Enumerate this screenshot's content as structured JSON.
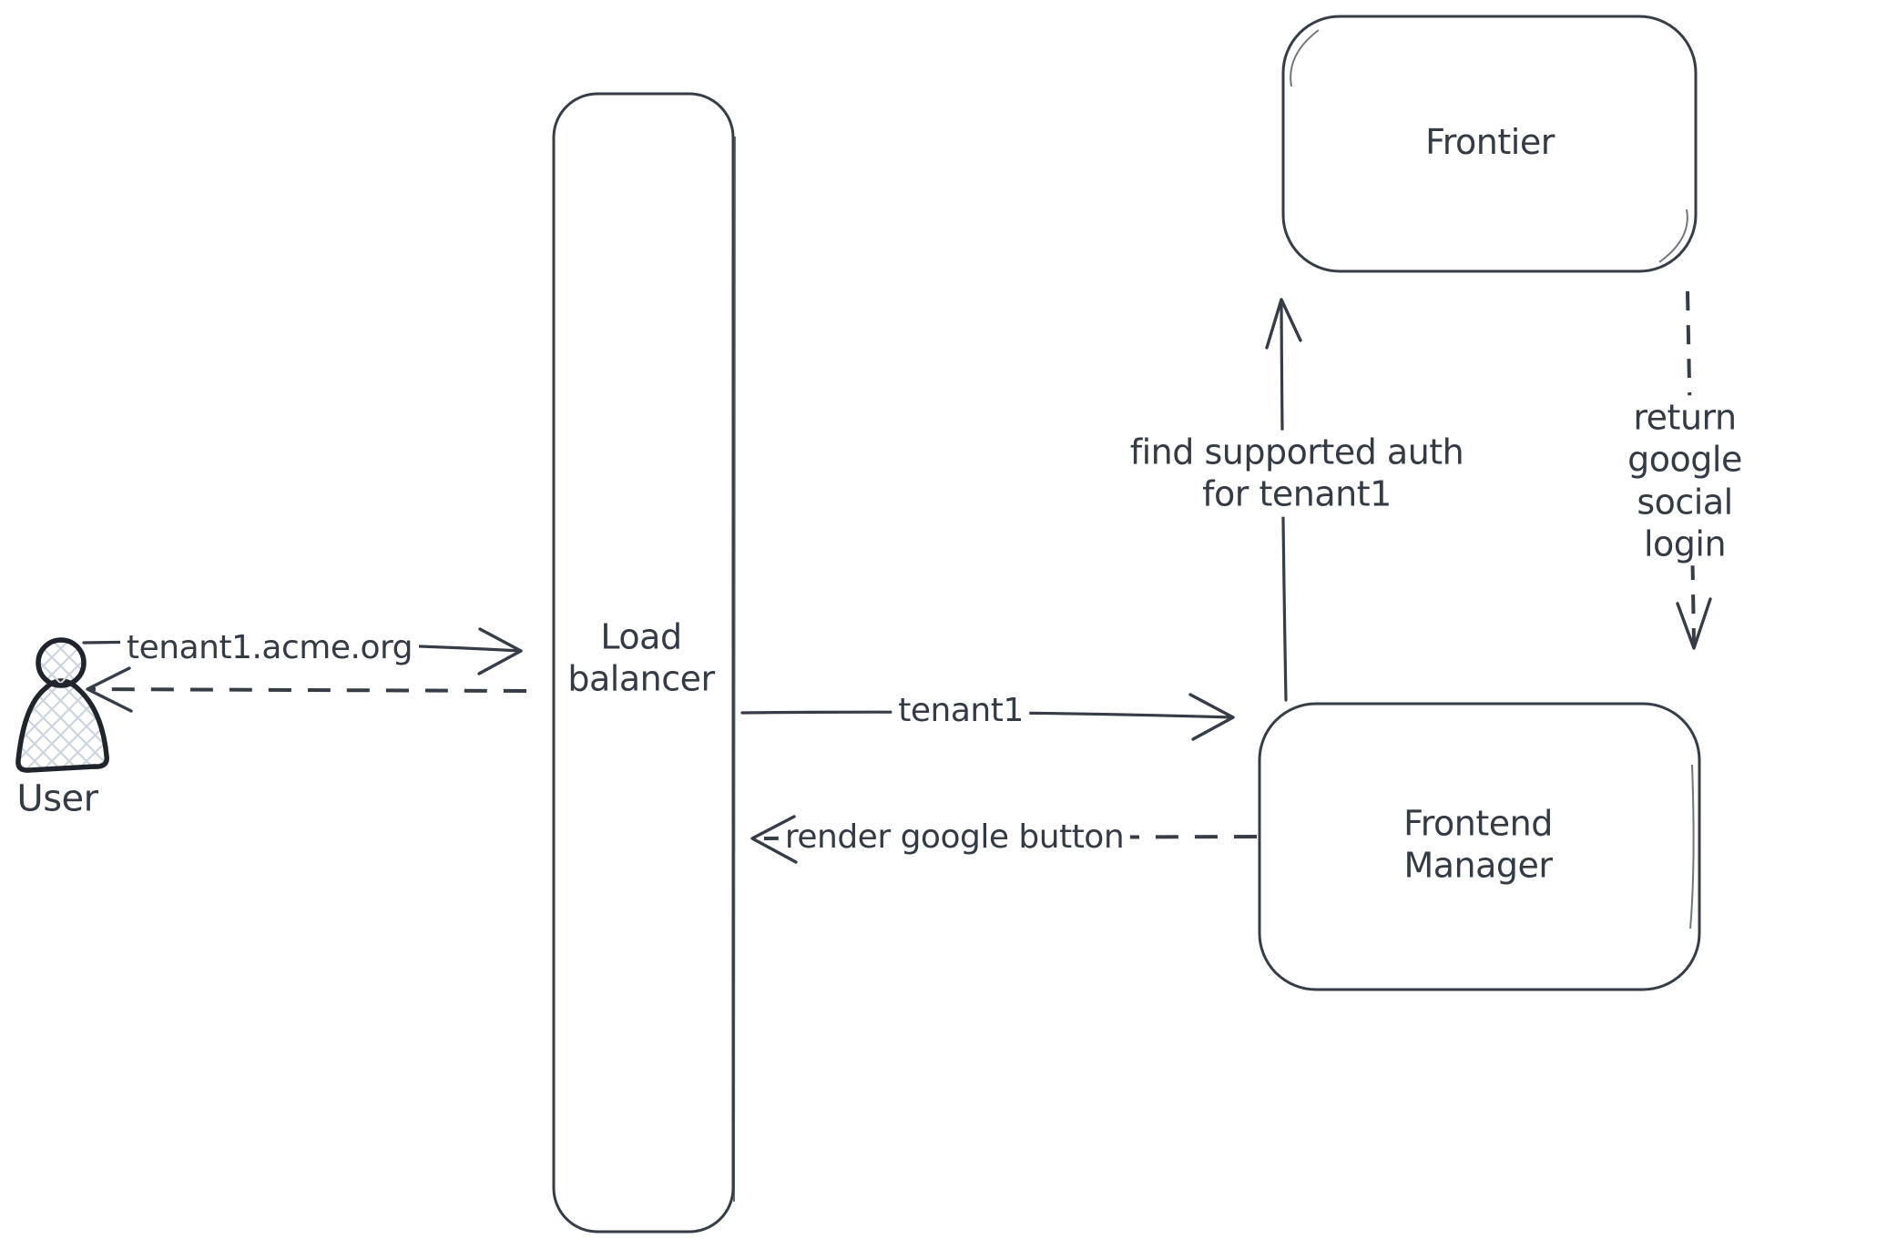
{
  "colors": {
    "stroke": "#363d47",
    "actor_outline": "#20252d",
    "hatch_fill": "#ccd4dd",
    "text": "#343b45",
    "background": "#ffffff"
  },
  "actors": {
    "user": {
      "label": "User"
    }
  },
  "nodes": {
    "load_balancer": {
      "label": "Load\nbalancer"
    },
    "frontier": {
      "label": "Frontier"
    },
    "frontend_manager": {
      "label": "Frontend\nManager"
    }
  },
  "edges": {
    "request_domain": {
      "label": "tenant1.acme.org",
      "from": "User",
      "to": "Load balancer",
      "style": "solid"
    },
    "response_to_user": {
      "label": "",
      "from": "Load balancer",
      "to": "User",
      "style": "dashed"
    },
    "route_tenant": {
      "label": "tenant1",
      "from": "Load balancer",
      "to": "Frontend Manager",
      "style": "solid"
    },
    "render_google_button": {
      "label": "render google button",
      "from": "Frontend Manager",
      "to": "Load balancer",
      "style": "dashed"
    },
    "find_supported_auth": {
      "label": "find supported auth\nfor tenant1",
      "from": "Frontend Manager",
      "to": "Frontier",
      "style": "solid"
    },
    "return_google_social_login": {
      "label": "return google social\nlogin",
      "from": "Frontier",
      "to": "Frontend Manager",
      "style": "dashed"
    }
  }
}
